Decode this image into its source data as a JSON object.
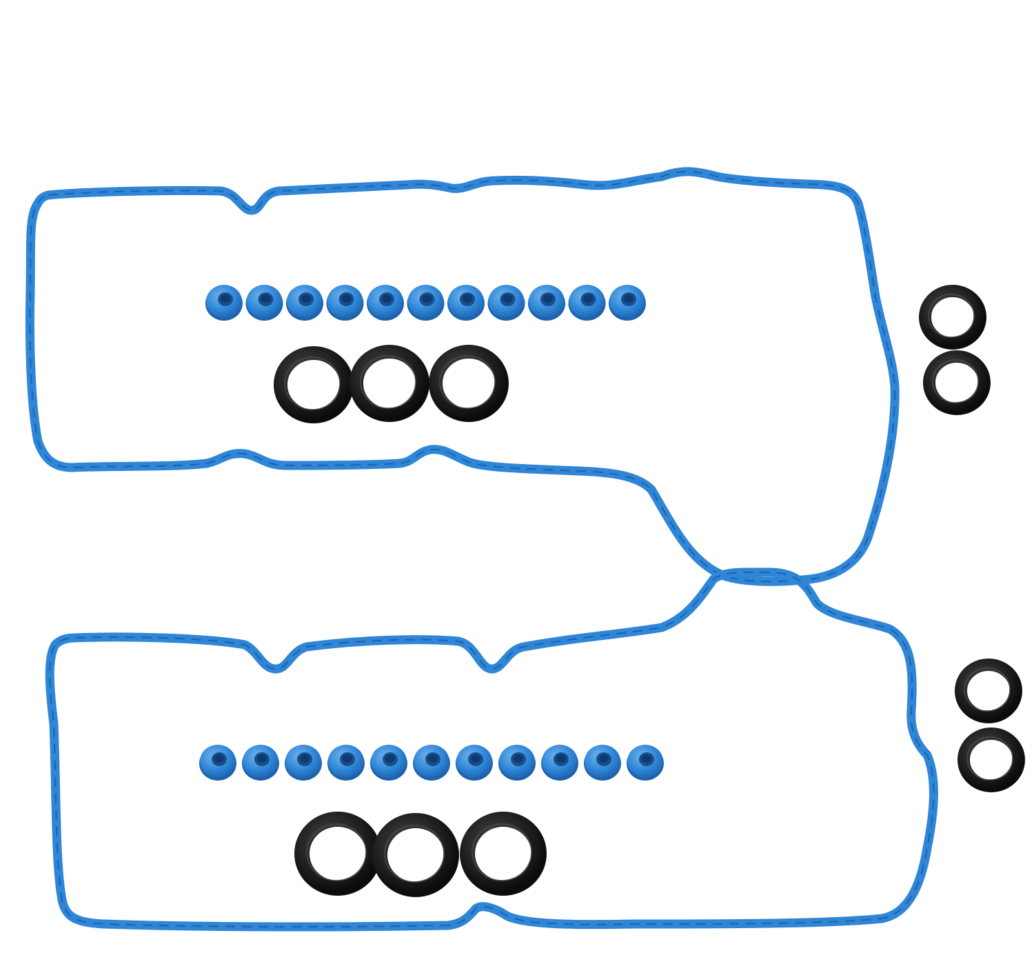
{
  "image": {
    "subject": "valve-cover-gasket-set",
    "background_color": "#ffffff"
  },
  "colors": {
    "gasket_blue": "#2f86d6",
    "gasket_blue_dark": "#1d62ad",
    "gasket_blue_light": "#6fb4ee",
    "seal_black": "#1e1e1e",
    "seal_black_highlight": "#4a4a4a"
  },
  "gaskets": [
    {
      "id": "upper-valve-cover-gasket",
      "spark_plug_tube_seals": 11,
      "large_seals": 3,
      "side_seals": 2
    },
    {
      "id": "lower-valve-cover-gasket",
      "spark_plug_tube_seals": 11,
      "large_seals": 3,
      "side_seals": 2
    }
  ]
}
